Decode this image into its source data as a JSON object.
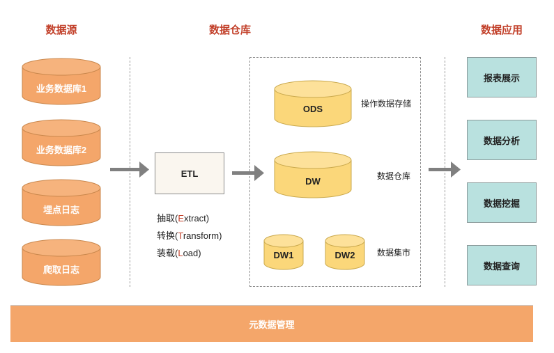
{
  "headers": {
    "source": "数据源",
    "warehouse": "数据仓库",
    "application": "数据应用"
  },
  "sources": [
    "业务数据库1",
    "业务数据库2",
    "埋点日志",
    "爬取日志"
  ],
  "etl": {
    "box_label": "ETL",
    "steps": [
      {
        "prefix": "抽取(",
        "letter": "E",
        "rest": "xtract)"
      },
      {
        "prefix": "转换(",
        "letter": "T",
        "rest": "ransform)"
      },
      {
        "prefix": "装载(",
        "letter": "L",
        "rest": "oad)"
      }
    ]
  },
  "warehouse": {
    "ods": "ODS",
    "ods_note": "操作数据存储",
    "dw": "DW",
    "dw_note": "数据仓库",
    "dw1": "DW1",
    "dw2": "DW2",
    "mart_note": "数据集市"
  },
  "applications": [
    "报表展示",
    "数据分析",
    "数据挖掘",
    "数据查询"
  ],
  "metadata_bar": "元数据管理",
  "colors": {
    "header_red": "#c2402a",
    "source_orange": "#f4a66a",
    "warehouse_yellow": "#fbd77a",
    "app_teal": "#b9e1df",
    "arrow_gray": "#808080"
  }
}
